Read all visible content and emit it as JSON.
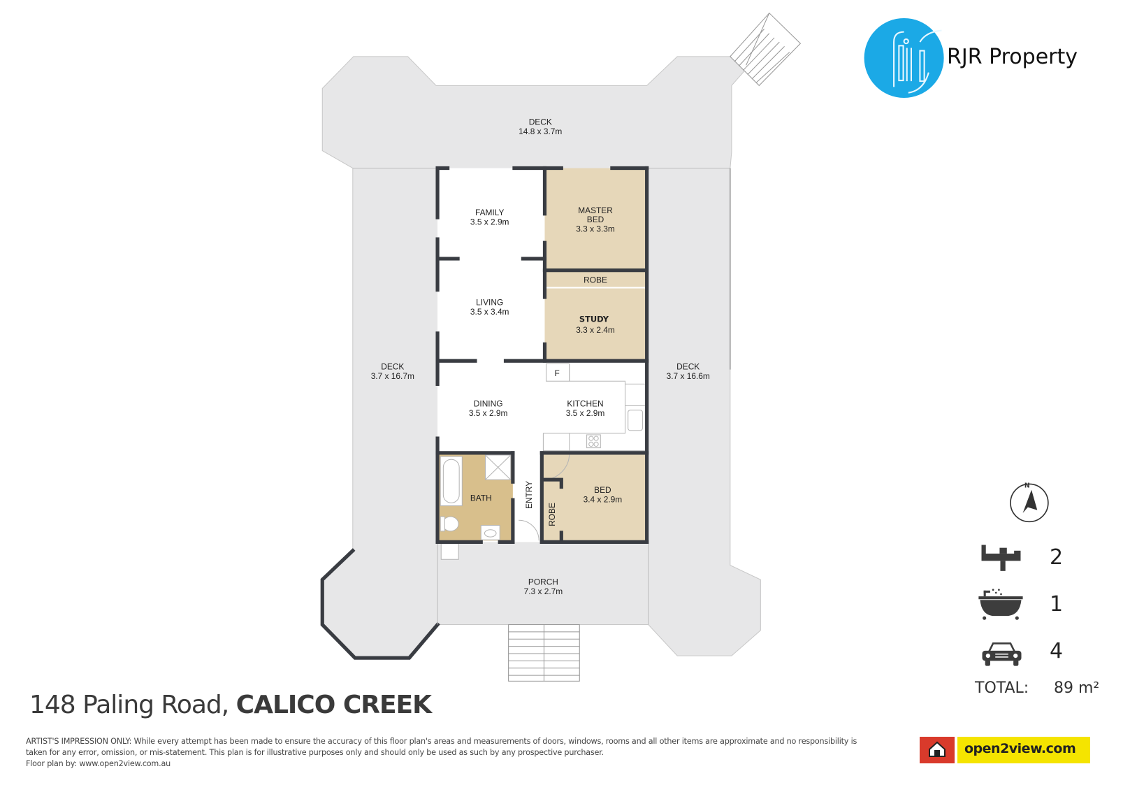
{
  "brand": {
    "name": "RJR Property",
    "accent": "#1ba9e6"
  },
  "plan": {
    "rooms": [
      {
        "id": "deck-top",
        "name": "DECK",
        "size": "14.8 x 3.7m"
      },
      {
        "id": "deck-left",
        "name": "DECK",
        "size": "3.7 x 16.7m"
      },
      {
        "id": "deck-right",
        "name": "DECK",
        "size": "3.7 x 16.6m"
      },
      {
        "id": "family",
        "name": "FAMILY",
        "size": "3.5 x 2.9m"
      },
      {
        "id": "master-bed",
        "name": "MASTER",
        "name2": "BED",
        "size": "3.3 x 3.3m"
      },
      {
        "id": "robe-1",
        "name": "ROBE"
      },
      {
        "id": "living",
        "name": "LIVING",
        "size": "3.5 x 3.4m"
      },
      {
        "id": "study",
        "name": "STUDY",
        "size": "3.3 x 2.4m"
      },
      {
        "id": "dining",
        "name": "DINING",
        "size": "3.5 x 2.9m"
      },
      {
        "id": "kitchen",
        "name": "KITCHEN",
        "size": "3.5 x 2.9m"
      },
      {
        "id": "fridge",
        "name": "F"
      },
      {
        "id": "bath",
        "name": "BATH"
      },
      {
        "id": "entry",
        "name": "ENTRY"
      },
      {
        "id": "robe-2",
        "name": "ROBE"
      },
      {
        "id": "bed",
        "name": "BED",
        "size": "3.4 x 2.9m"
      },
      {
        "id": "porch",
        "name": "PORCH",
        "size": "7.3 x 2.7m"
      }
    ],
    "colors": {
      "deck": "#e7e7e8",
      "bedroom": "#e6d7b9",
      "bath": "#d8bf8c",
      "wall": "#393c42"
    }
  },
  "compass": {
    "label": "N"
  },
  "stats": {
    "bedrooms": "2",
    "bathrooms": "1",
    "parking": "4",
    "total_label": "TOTAL:",
    "total_value": "89 m²"
  },
  "address": {
    "street": "148 Paling Road,",
    "suburb": "CALICO CREEK"
  },
  "disclaimer": {
    "line1": "ARTIST'S IMPRESSION ONLY: While every attempt has been made to ensure the accuracy of this floor plan's areas and measurements of doors, windows, rooms and all other items are approximate and no responsibility is taken for any error, omission, or mis-statement. This plan is for illustrative purposes only and should only be used as such by any prospective purchaser.",
    "line2": "Floor plan by: www.open2view.com.au"
  },
  "footer_logo": {
    "text": "open2view.com",
    "color": "#f5e400"
  }
}
